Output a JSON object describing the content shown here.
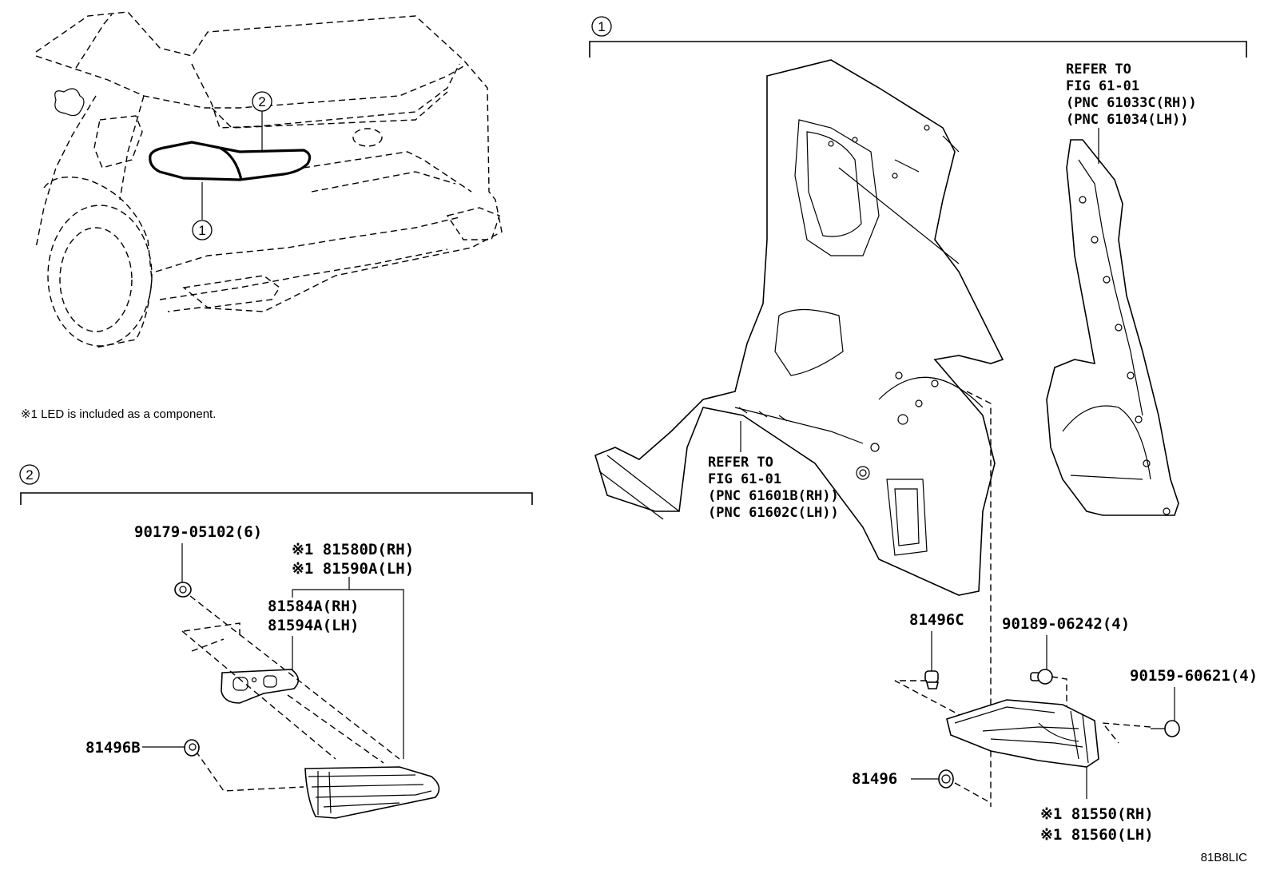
{
  "note": "※1 LED is included as a component.",
  "callouts": {
    "one": "1",
    "two": "2"
  },
  "diagram_code": "81B8LIC",
  "section2": {
    "screw": "90179-05102(6)",
    "lens_rh": "※1 81580D(RH)",
    "lens_lh": "※1 81590A(LH)",
    "gasket_rh": "81584A(RH)",
    "gasket_lh": "81594A(LH)",
    "clip": "81496B"
  },
  "section1": {
    "refer_a": [
      "REFER TO",
      "FIG 61-01",
      "(PNC 61033C(RH))",
      "(PNC 61034(LH))"
    ],
    "refer_b": [
      "REFER TO",
      "FIG 61-01",
      "(PNC 61601B(RH))",
      "(PNC 61602C(LH))"
    ],
    "clip_c": "81496C",
    "bolt": "90189-06242(4)",
    "screw": "90159-60621(4)",
    "clip": "81496",
    "lamp_rh": "※1 81550(RH)",
    "lamp_lh": "※1 81560(LH)"
  }
}
